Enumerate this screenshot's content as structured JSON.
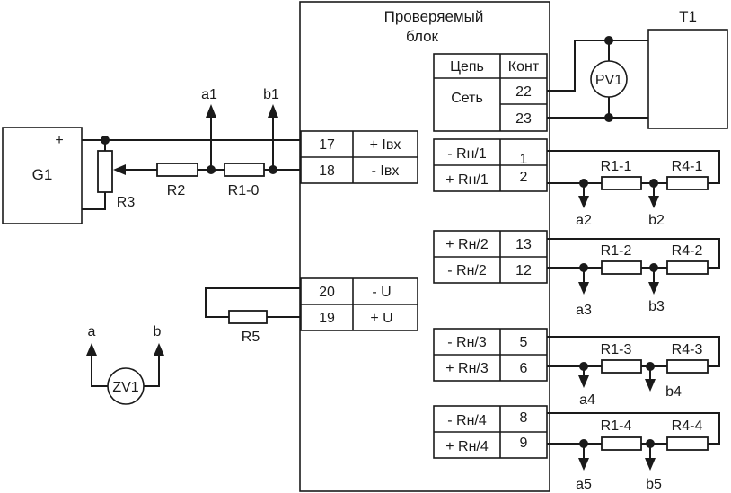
{
  "block": {
    "title_line1": "Проверяемый",
    "title_line2": "блок"
  },
  "g1": {
    "label": "G1",
    "plus": "+"
  },
  "t1": {
    "label": "T1"
  },
  "meters": {
    "pv1": "PV1",
    "zv1": "ZV1"
  },
  "resistors": {
    "r2": "R2",
    "r3": "R3",
    "r1_0": "R1-0",
    "r5": "R5",
    "r1_1": "R1-1",
    "r4_1": "R4-1",
    "r1_2": "R1-2",
    "r4_2": "R4-2",
    "r1_3": "R1-3",
    "r4_3": "R4-3",
    "r1_4": "R1-4",
    "r4_4": "R4-4"
  },
  "points": {
    "a1": "a1",
    "b1": "b1",
    "a2": "a2",
    "b2": "b2",
    "a3": "a3",
    "b3": "b3",
    "a4": "a4",
    "b4": "b4",
    "a5": "a5",
    "b5": "b5",
    "a": "a",
    "b": "b"
  },
  "mains_table": {
    "header_circuit": "Цепь",
    "header_contact": "Конт",
    "circuit": "Сеть",
    "contact_1": "22",
    "contact_2": "23"
  },
  "input_table": {
    "rows": [
      {
        "contact": "17",
        "signal": "+ Iвх"
      },
      {
        "contact": "18",
        "signal": "- Iвх"
      }
    ]
  },
  "voltage_table": {
    "rows": [
      {
        "contact": "20",
        "signal": "- U"
      },
      {
        "contact": "19",
        "signal": "+ U"
      }
    ]
  },
  "load_tables": [
    {
      "rows": [
        {
          "signal": "- Rн/1",
          "contact": "1"
        },
        {
          "signal": "+ Rн/1",
          "contact": "2"
        }
      ]
    },
    {
      "rows": [
        {
          "signal": "+ Rн/2",
          "contact": "13"
        },
        {
          "signal": "- Rн/2",
          "contact": "12"
        }
      ]
    },
    {
      "rows": [
        {
          "signal": "- Rн/3",
          "contact": "5"
        },
        {
          "signal": "+ Rн/3",
          "contact": "6"
        }
      ]
    },
    {
      "rows": [
        {
          "signal": "- Rн/4",
          "contact": "8"
        },
        {
          "signal": "+ Rн/4",
          "contact": "9"
        }
      ]
    }
  ]
}
